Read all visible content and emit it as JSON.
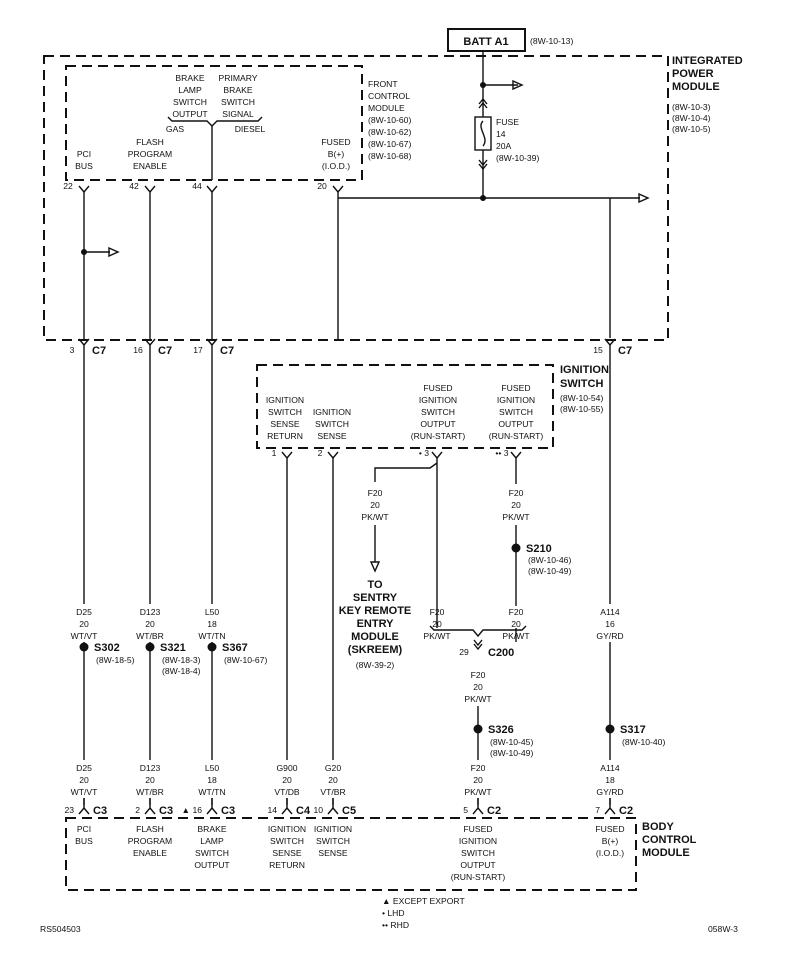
{
  "batt": {
    "label": "BATT A1",
    "ref": "(8W-10-13)"
  },
  "ipm": {
    "title": [
      "INTEGRATED",
      "POWER",
      "MODULE"
    ],
    "refs": [
      "(8W-10-3)",
      "(8W-10-4)",
      "(8W-10-5)"
    ]
  },
  "fuse": [
    "FUSE",
    "14",
    "20A",
    "(8W-10-39)"
  ],
  "fcm": {
    "title": [
      "FRONT",
      "CONTROL",
      "MODULE",
      "(8W-10-60)",
      "(8W-10-62)",
      "(8W-10-67)",
      "(8W-10-68)"
    ],
    "pci_bus": [
      "PCI",
      "BUS"
    ],
    "flash": [
      "FLASH",
      "PROGRAM",
      "ENABLE"
    ],
    "brake_lamp": [
      "BRAKE",
      "LAMP",
      "SWITCH",
      "OUTPUT"
    ],
    "primary_brake": [
      "PRIMARY",
      "BRAKE",
      "SWITCH",
      "SIGNAL"
    ],
    "gas": "GAS",
    "diesel": "DIESEL",
    "fused_b": [
      "FUSED",
      "B(+)",
      "(I.O.D.)"
    ],
    "pins": [
      "22",
      "42",
      "44",
      "20"
    ]
  },
  "c7": {
    "name": "C7",
    "pins": [
      "3",
      "16",
      "17",
      "15"
    ]
  },
  "ign": {
    "title": [
      "IGNITION",
      "SWITCH"
    ],
    "refs": [
      "(8W-10-54)",
      "(8W-10-55)"
    ],
    "sense_return": [
      "IGNITION",
      "SWITCH",
      "SENSE",
      "RETURN"
    ],
    "sense": [
      "IGNITION",
      "SWITCH",
      "SENSE"
    ],
    "fused1": [
      "FUSED",
      "IGNITION",
      "SWITCH",
      "OUTPUT",
      "(RUN-START)"
    ],
    "fused2": [
      "FUSED",
      "IGNITION",
      "SWITCH",
      "OUTPUT",
      "(RUN-START)"
    ],
    "pins": [
      "1",
      "2",
      "• 3",
      "•• 3"
    ]
  },
  "wires": {
    "d25": [
      "D25",
      "20",
      "WT/VT"
    ],
    "d123": [
      "D123",
      "20",
      "WT/BR"
    ],
    "l50": [
      "L50",
      "18",
      "WT/TN"
    ],
    "g900": [
      "G900",
      "20",
      "VT/DB"
    ],
    "g20": [
      "G20",
      "20",
      "VT/BR"
    ],
    "f20": [
      "F20",
      "20",
      "PK/WT"
    ],
    "a114_16": [
      "A114",
      "16",
      "GY/RD"
    ],
    "a114_18": [
      "A114",
      "18",
      "GY/RD"
    ]
  },
  "skreem": {
    "lines": [
      "TO",
      "SENTRY",
      "KEY REMOTE",
      "ENTRY",
      "MODULE",
      "(SKREEM)"
    ],
    "ref": "(8W-39-2)"
  },
  "splices": {
    "s302": {
      "name": "S302",
      "refs": [
        "(8W-18-5)"
      ]
    },
    "s321": {
      "name": "S321",
      "refs": [
        "(8W-18-3)",
        "(8W-18-4)"
      ]
    },
    "s367": {
      "name": "S367",
      "refs": [
        "(8W-10-67)"
      ]
    },
    "s210": {
      "name": "S210",
      "refs": [
        "(8W-10-46)",
        "(8W-10-49)"
      ]
    },
    "s326": {
      "name": "S326",
      "refs": [
        "(8W-10-45)",
        "(8W-10-49)"
      ]
    },
    "s317": {
      "name": "S317",
      "refs": [
        "(8W-10-40)"
      ]
    }
  },
  "c200": {
    "name": "C200",
    "pin": "29"
  },
  "bcm_conn": [
    {
      "pin": "23",
      "name": "C3"
    },
    {
      "pin": "2",
      "name": "C3"
    },
    {
      "pin": "▲ 16",
      "name": "C3"
    },
    {
      "pin": "14",
      "name": "C4"
    },
    {
      "pin": "10",
      "name": "C5"
    },
    {
      "pin": "5",
      "name": "C2"
    },
    {
      "pin": "7",
      "name": "C2"
    }
  ],
  "bcm": {
    "title": [
      "BODY",
      "CONTROL",
      "MODULE"
    ],
    "pci_bus": [
      "PCI",
      "BUS"
    ],
    "flash": [
      "FLASH",
      "PROGRAM",
      "ENABLE"
    ],
    "brake_lamp": [
      "BRAKE",
      "LAMP",
      "SWITCH",
      "OUTPUT"
    ],
    "sense_return": [
      "IGNITION",
      "SWITCH",
      "SENSE",
      "RETURN"
    ],
    "sense": [
      "IGNITION",
      "SWITCH",
      "SENSE"
    ],
    "fused_ign": [
      "FUSED",
      "IGNITION",
      "SWITCH",
      "OUTPUT",
      "(RUN-START)"
    ],
    "fused_b": [
      "FUSED",
      "B(+)",
      "(I.O.D.)"
    ]
  },
  "legend": [
    "▲ EXCEPT EXPORT",
    "• LHD",
    "•• RHD"
  ],
  "footer": {
    "left": "RS504503",
    "right": "058W-3"
  }
}
